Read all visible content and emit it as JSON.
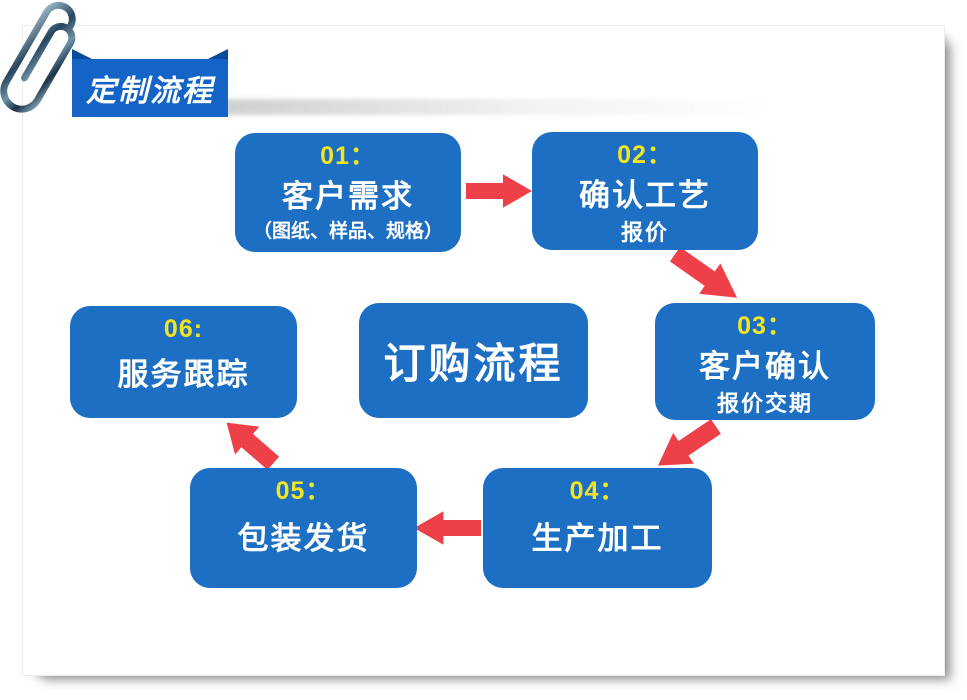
{
  "banner": {
    "title": "定制流程"
  },
  "center_box": {
    "title": "订购流程"
  },
  "steps": [
    {
      "num": "01：",
      "title": "客户需求",
      "sub": "（图纸、样品、规格）"
    },
    {
      "num": "02：",
      "title": "确认工艺",
      "sub": "报价"
    },
    {
      "num": "03：",
      "title": "客户确认",
      "sub": "报价交期"
    },
    {
      "num": "04：",
      "title": "生产加工"
    },
    {
      "num": "05：",
      "title": "包装发货"
    },
    {
      "num": "06:",
      "title": "服务跟踪"
    }
  ],
  "arrows": [
    {
      "from": "01",
      "to": "02",
      "direction": "right"
    },
    {
      "from": "02",
      "to": "03",
      "direction": "down-right"
    },
    {
      "from": "03",
      "to": "04",
      "direction": "down-left"
    },
    {
      "from": "04",
      "to": "05",
      "direction": "left"
    },
    {
      "from": "05",
      "to": "06",
      "direction": "up-left"
    }
  ],
  "colors": {
    "box_blue": "#1c6fc2",
    "banner_blue": "#1463c6",
    "banner_fold_blue": "#0a4a9b",
    "arrow_red": "#ee4048",
    "step_number_yellow": "#f4e520",
    "text_white": "#ffffff"
  },
  "icons": [
    {
      "name": "paperclip-icon"
    }
  ]
}
